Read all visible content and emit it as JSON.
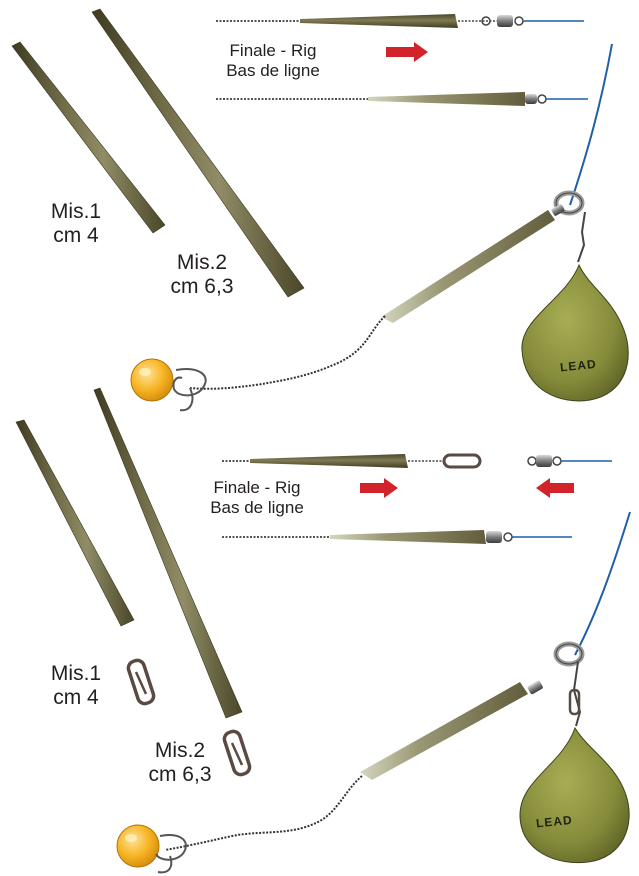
{
  "colors": {
    "sleeve_dark": "#5b5638",
    "sleeve_light": "#a8ab86",
    "lead_green": "#8a8f3e",
    "main_line_blue": "#1f5fa8",
    "arrow_red": "#d2232a",
    "boilie_yellow": "#f5b021",
    "hooklink_dark": "#3a3a3a"
  },
  "top_panel": {
    "sleeve_1": {
      "mis": "Mis.1",
      "size": "cm 4"
    },
    "sleeve_2": {
      "mis": "Mis.2",
      "size": "cm 6,3"
    },
    "rig_label_1": "Finale - Rig",
    "rig_label_2": "Bas de ligne",
    "lead_label": "LEAD",
    "arrow_icons": [
      "arrow-right-icon"
    ]
  },
  "bottom_panel": {
    "sleeve_1": {
      "mis": "Mis.1",
      "size": "cm 4"
    },
    "sleeve_2": {
      "mis": "Mis.2",
      "size": "cm 6,3"
    },
    "rig_label_1": "Finale - Rig",
    "rig_label_2": "Bas de ligne",
    "lead_label": "LEAD",
    "arrow_icons": [
      "arrow-right-icon",
      "arrow-left-icon"
    ]
  }
}
